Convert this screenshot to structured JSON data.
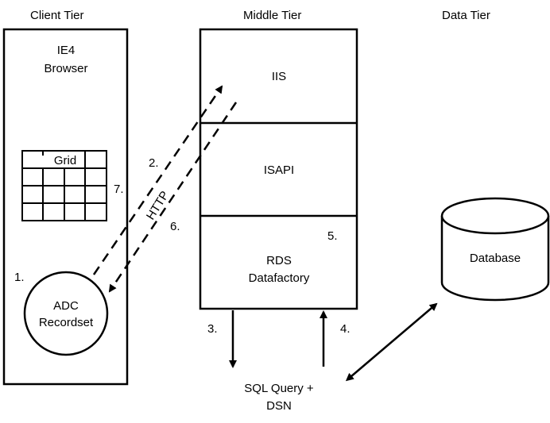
{
  "tiers": {
    "client": "Client Tier",
    "middle": "Middle Tier",
    "data": "Data Tier"
  },
  "client": {
    "browser_line1": "IE4",
    "browser_line2": "Browser",
    "grid_label": "Grid",
    "recordset_line1": "ADC",
    "recordset_line2": "Recordset"
  },
  "middle": {
    "iis": "IIS",
    "isapi": "ISAPI",
    "rds_line1": "RDS",
    "rds_line2": "Datafactory"
  },
  "data": {
    "database": "Database"
  },
  "protocol_label": "HTTP",
  "query": {
    "line1": "SQL Query +",
    "line2": "DSN"
  },
  "steps": {
    "s1": "1.",
    "s2": "2.",
    "s3": "3.",
    "s4": "4.",
    "s5": "5.",
    "s6": "6.",
    "s7": "7."
  }
}
